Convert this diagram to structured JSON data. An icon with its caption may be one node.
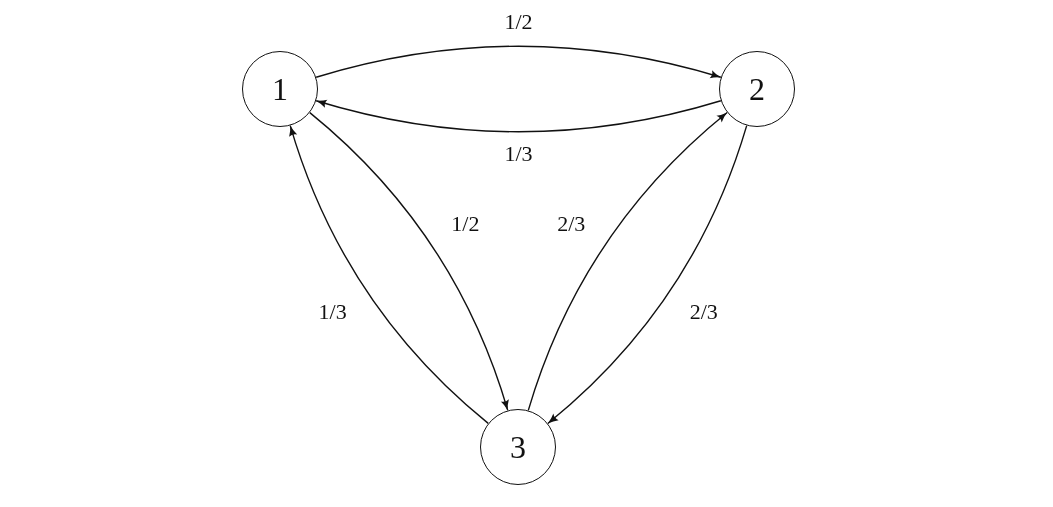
{
  "diagram": {
    "nodes": [
      {
        "text": [
          "1"
        ]
      },
      {
        "text": [
          "2"
        ]
      },
      {
        "text": [
          "3"
        ]
      }
    ],
    "edges": [
      {
        "from": 0,
        "to": 1,
        "arrow": "to",
        "label": "1/2"
      },
      {
        "from": 1,
        "to": 0,
        "arrow": "to",
        "label": "1/3"
      },
      {
        "from": 0,
        "to": 2,
        "arrow": "to",
        "label": "1/2"
      },
      {
        "from": 2,
        "to": 0,
        "arrow": "to",
        "label": "1/3"
      },
      {
        "from": 2,
        "to": 1,
        "arrow": "to",
        "label": "2/3"
      },
      {
        "from": 1,
        "to": 2,
        "arrow": "to",
        "label": "2/3"
      }
    ]
  }
}
